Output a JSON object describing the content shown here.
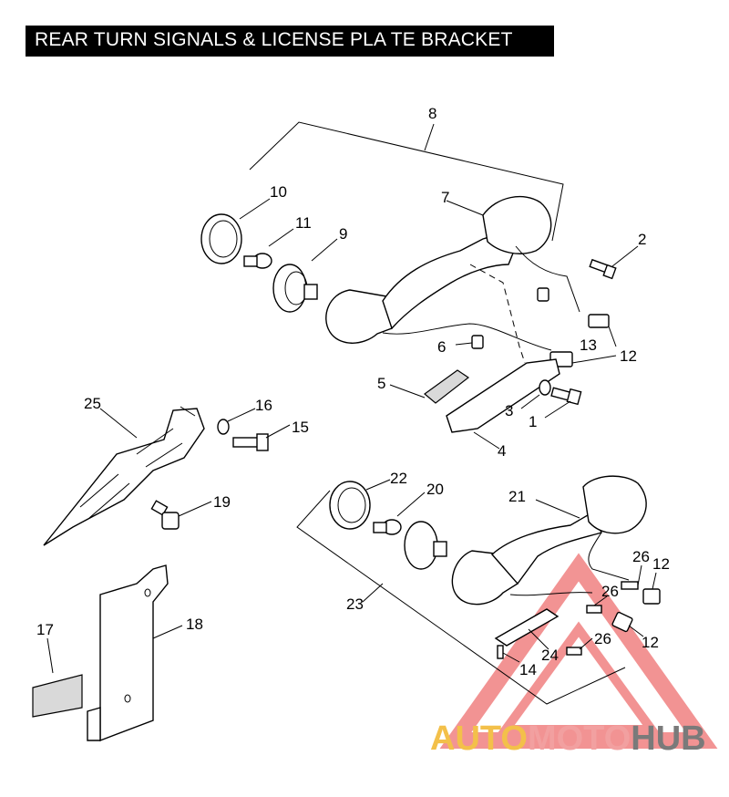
{
  "title": "REAR TURN SIGNALS & LICENSE PLA TE BRACKET",
  "callouts": {
    "c1": "1",
    "c2": "2",
    "c3": "3",
    "c4": "4",
    "c5": "5",
    "c6": "6",
    "c7": "7",
    "c8": "8",
    "c9": "9",
    "c10": "10",
    "c11": "11",
    "c12a": "12",
    "c12b": "12",
    "c12c": "12",
    "c13": "13",
    "c14": "14",
    "c15": "15",
    "c16": "16",
    "c17": "17",
    "c18": "18",
    "c19": "19",
    "c20": "20",
    "c21": "21",
    "c22": "22",
    "c23": "23",
    "c24": "24",
    "c25": "25",
    "c26a": "26",
    "c26b": "26",
    "c26c": "26"
  },
  "watermark": {
    "part1": "AUTO",
    "part2": "MOTO",
    "part3": "HUB",
    "colors": {
      "auto": "#f3c04a",
      "moto": "#f2a0a0",
      "hub": "#7a7a7a",
      "triangle": "#e83c3c"
    }
  }
}
